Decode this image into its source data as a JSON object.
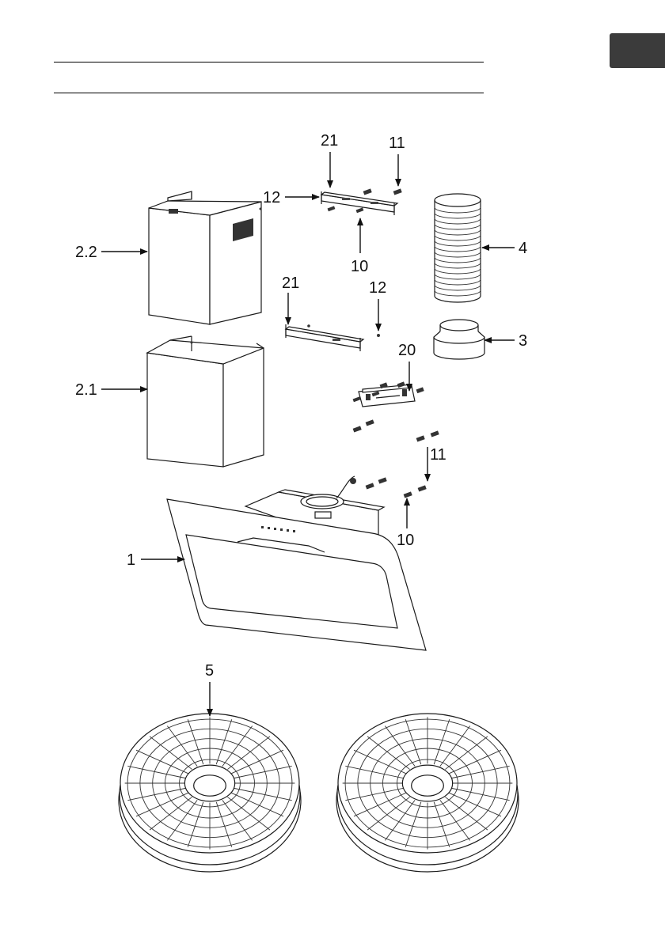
{
  "colors": {
    "tab": "#3b3b3b",
    "line": "#1a1a1a"
  },
  "callouts": {
    "c1": "1",
    "c2_1": "2.1",
    "c2_2": "2.2",
    "c3": "3",
    "c4": "4",
    "c5": "5",
    "c10_top": "10",
    "c10_bottom": "10",
    "c11_top": "11",
    "c11_bottom": "11",
    "c12_top": "12",
    "c12_middle": "12",
    "c20": "20",
    "c21_top": "21",
    "c21_middle": "21"
  },
  "icons": {
    "tab": "language-tab",
    "hood": "cooker-hood-illustration",
    "chimney": "chimney-cover-illustration",
    "hose": "exhaust-hose-illustration",
    "adapter": "duct-adapter-illustration",
    "bracket": "mounting-bracket-illustration",
    "filter": "carbon-filter-illustration"
  }
}
